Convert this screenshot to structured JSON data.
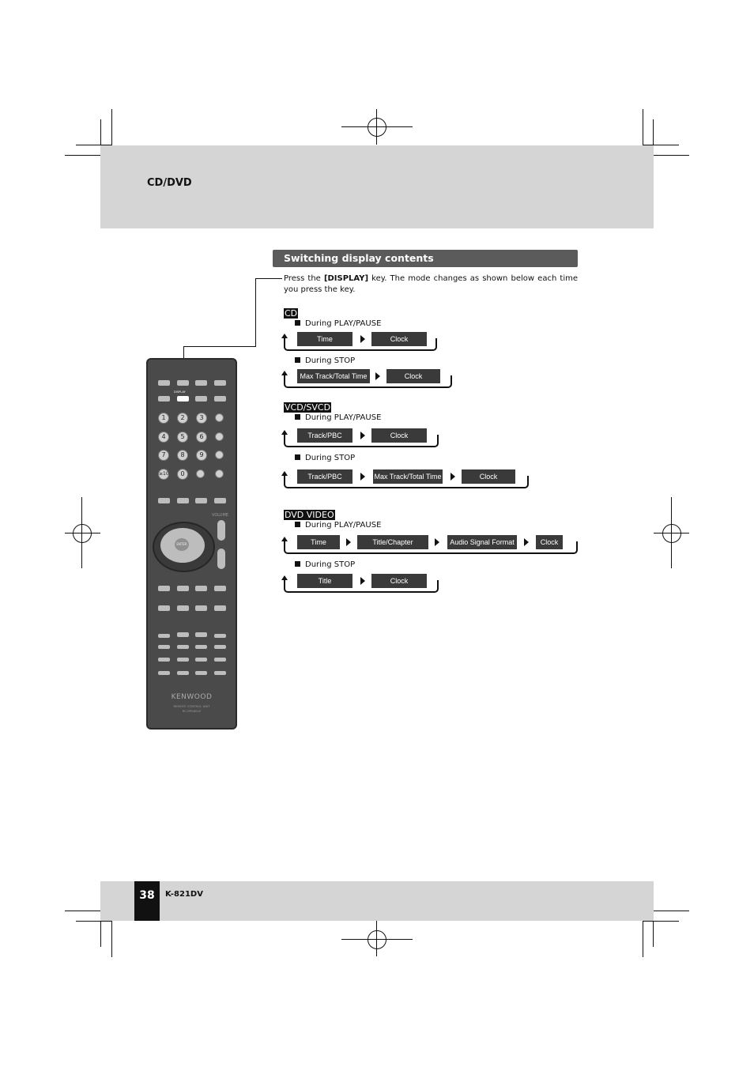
{
  "header": {
    "title": "CD/DVD"
  },
  "section": {
    "title": "Switching display contents",
    "intro_prefix": "Press the ",
    "intro_key": "[DISPLAY]",
    "intro_suffix": " key. The mode changes as shown below each time you press the key."
  },
  "cd": {
    "tag": "CD",
    "play_label": "During PLAY/PAUSE",
    "play_flow": [
      "Time",
      "Clock"
    ],
    "stop_label": "During STOP",
    "stop_flow": [
      "Max Track/Total Time",
      "Clock"
    ]
  },
  "vcd": {
    "tag": "VCD/SVCD",
    "play_label": "During PLAY/PAUSE",
    "play_flow": [
      "Track/PBC",
      "Clock"
    ],
    "stop_label": "During STOP",
    "stop_flow": [
      "Track/PBC",
      "Max Track/Total Time",
      "Clock"
    ]
  },
  "dvd": {
    "tag": "DVD VIDEO",
    "play_label": "During PLAY/PAUSE",
    "play_flow": [
      "Time",
      "Title/Chapter",
      "Audio Signal Format",
      "Clock"
    ],
    "stop_label": "During STOP",
    "stop_flow": [
      "Title",
      "Clock"
    ]
  },
  "remote": {
    "brand": "KENWOOD",
    "line1": "REMOTE CONTROL UNIT",
    "line2": "RC-RP0801E",
    "enter": "ENTER",
    "display_label": "DISPLAY",
    "volume": "VOLUME",
    "numbers": [
      "1",
      "2",
      "3",
      "4",
      "5",
      "6",
      "7",
      "8",
      "9",
      "≥10",
      "0"
    ]
  },
  "footer": {
    "page": "38",
    "model": "K-821DV"
  }
}
